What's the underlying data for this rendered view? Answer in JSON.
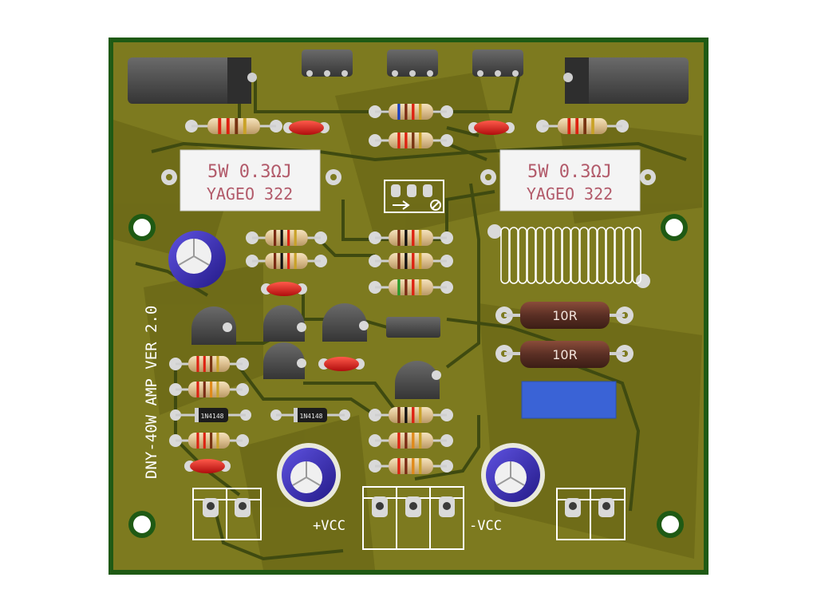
{
  "board": {
    "silkscreen_title": "DNY-40W AMP VER 2.0",
    "vcc_pos_label": "+VCC",
    "vcc_neg_label": "-VCC"
  },
  "power_resistors": [
    {
      "rating": "5W 0.3ΩJ",
      "maker": "YAGEO 322"
    },
    {
      "rating": "5W 0.3ΩJ",
      "maker": "YAGEO 322"
    }
  ],
  "output_resistors": [
    "10R",
    "10R"
  ],
  "diodes": [
    "1N4148",
    "1N4148"
  ],
  "colors": {
    "pcb": "#7d7a1f",
    "pcb_dark": "#5f5c12",
    "trace": "#3f4a10",
    "edge": "#1f5a14",
    "pad": "#d9d9d9",
    "cap_body": "#3b2fb0",
    "film_cap": "#3a63d6",
    "resistor_body": "#e3c79a",
    "power_res_body": "#5a2f24",
    "ceramic_cap": "#d91a1a"
  }
}
